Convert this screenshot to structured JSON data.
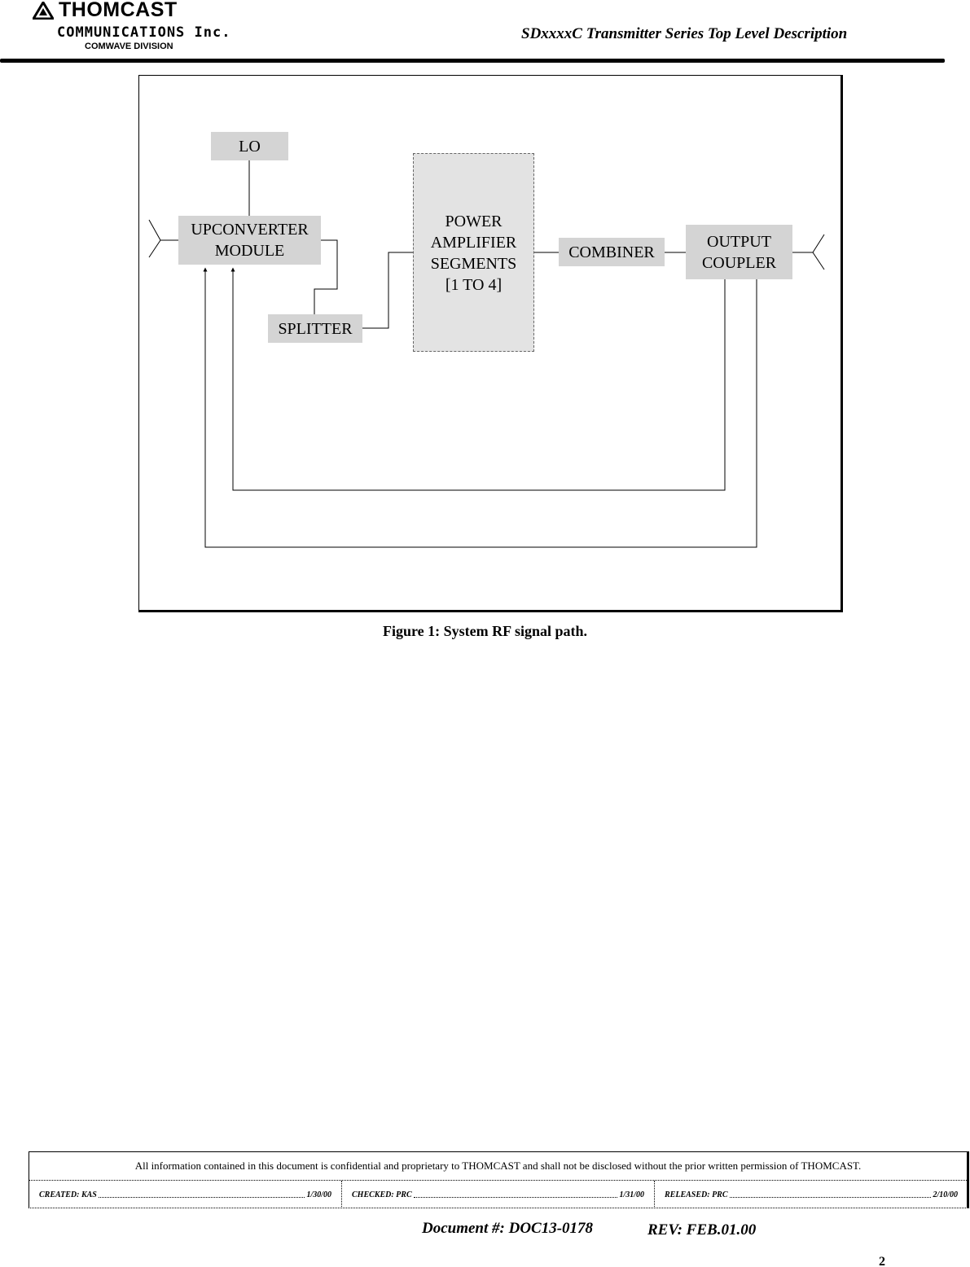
{
  "header": {
    "company_name": "THOMCAST",
    "company_sub": "COMMUNICATIONS Inc.",
    "division": "COMWAVE DIVISION",
    "document_title": "SDxxxxC Transmitter Series Top Level Description"
  },
  "figure": {
    "blocks": {
      "lo": "LO",
      "upconverter_line1": "UPCONVERTER",
      "upconverter_line2": "MODULE",
      "splitter": "SPLITTER",
      "pa_line1": "POWER",
      "pa_line2": "AMPLIFIER",
      "pa_line3": "SEGMENTS",
      "pa_line4": "[1 TO 4]",
      "combiner": "COMBINER",
      "coupler_line1": "OUTPUT",
      "coupler_line2": "COUPLER"
    },
    "caption": "Figure 1: System RF signal path."
  },
  "footer": {
    "notice": "All information contained in this document is confidential and proprietary to THOMCAST and shall not be disclosed without the prior written permission of THOMCAST.",
    "created_label": "CREATED: KAS",
    "created_date": "1/30/00",
    "checked_label": "CHECKED: PRC",
    "checked_date": "1/31/00",
    "released_label": "RELEASED: PRC",
    "released_date": "2/10/00",
    "document_number": "Document #: DOC13-0178",
    "revision": "REV: FEB.01.00",
    "page_number": "2"
  }
}
